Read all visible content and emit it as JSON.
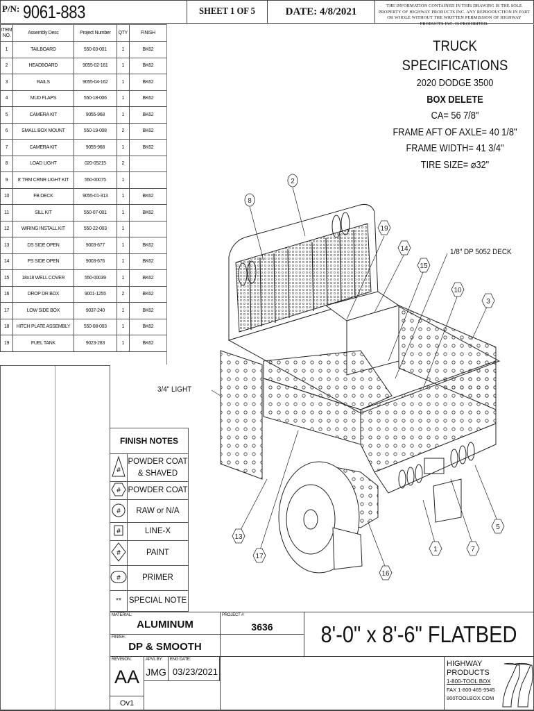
{
  "header": {
    "pn_label": "P/N:",
    "pn_value": "9061-883",
    "sheet": "SHEET 1 OF 5",
    "date": "DATE: 4/8/2021",
    "notice": "THE INFORMATION CONTAINED IN THIS DRAWING IS THE SOLE PROPERTY OF HIGHWAY PRODUCTS INC. ANY REPRODUCTION IN PART OR WHOLE WITHOUT THE WRITTEN PERMISSION OF HIGHWAY PRODUCTS INC. IS PROHIBITED."
  },
  "bom": {
    "headers": [
      "ITEM NO.",
      "Assembly Desc",
      "Project Number",
      "QTY",
      "FINISH"
    ],
    "rows": [
      [
        "1",
        "TAILBOARD",
        "550-03-001",
        "1",
        "BK62"
      ],
      [
        "2",
        "HEADBOARD",
        "9055-02-161",
        "1",
        "BK62"
      ],
      [
        "3",
        "RAILS",
        "9055-04-162",
        "1",
        "BK62"
      ],
      [
        "4",
        "MUD FLAPS",
        "550-18-006",
        "1",
        "BK62"
      ],
      [
        "5",
        "CAMERA KIT",
        "9055-968",
        "1",
        "BK62"
      ],
      [
        "6",
        "SMALL BOX MOUNT",
        "550-19-008",
        "2",
        "BK62"
      ],
      [
        "7",
        "CAMERA KIT",
        "9055-968",
        "1",
        "BK62"
      ],
      [
        "8",
        "LOAD LIGHT",
        "020-05215",
        "2",
        ""
      ],
      [
        "9",
        "8' TRM CRNR LIGHT KIT",
        "550-00075",
        "1",
        ""
      ],
      [
        "10",
        "FB DECK",
        "9055-01-313",
        "1",
        "BK62"
      ],
      [
        "11",
        "SILL KIT",
        "550-07-001",
        "1",
        "BK62"
      ],
      [
        "12",
        "WIRING INSTALL KIT",
        "550-22-003",
        "1",
        ""
      ],
      [
        "13",
        "DS SIDE OPEN",
        "9003-677",
        "1",
        "BK62"
      ],
      [
        "14",
        "PS SIDE OPEN",
        "9003-676",
        "1",
        "BK62"
      ],
      [
        "15",
        "18x18 WELL COVER",
        "550-00039",
        "1",
        "BK62"
      ],
      [
        "16",
        "DROP DR BOX",
        "9001-1255",
        "2",
        "BK62"
      ],
      [
        "17",
        "LOW SIDE BOX",
        "9037-240",
        "1",
        "BK62"
      ],
      [
        "18",
        "HITCH PLATE ASSEMBLY",
        "550-08-003",
        "1",
        "BK62"
      ],
      [
        "19",
        "FUEL TANK",
        "9023-283",
        "1",
        "BK62"
      ]
    ]
  },
  "specs": {
    "title": "TRUCK SPECIFICATIONS",
    "truck": "2020 DODGE 3500",
    "option": "BOX DELETE",
    "ca": "CA=  56 7/8\"",
    "frame_aft": "FRAME AFT OF AXLE= 40 1/8\"",
    "frame_width": "FRAME WIDTH= 41 3/4\"",
    "tire": "TIRE SIZE= ⌀32\""
  },
  "callouts": {
    "deck": "1/8\" DP 5052 DECK",
    "light": "3/4\" LIGHT",
    "balloons": [
      "1",
      "2",
      "3",
      "5",
      "7",
      "8",
      "10",
      "13",
      "14",
      "15",
      "16",
      "17",
      "19"
    ]
  },
  "finish_notes": {
    "title": "FINISH NOTES",
    "items": [
      {
        "symbol": "triangle",
        "text": "POWDER COAT & SHAVED"
      },
      {
        "symbol": "hexagon",
        "text": "POWDER COAT"
      },
      {
        "symbol": "circle",
        "text": "RAW or N/A"
      },
      {
        "symbol": "square",
        "text": "LINE-X"
      },
      {
        "symbol": "diamond",
        "text": "PAINT"
      },
      {
        "symbol": "oval",
        "text": "PRIMER"
      },
      {
        "symbol": "**",
        "text": "SPECIAL NOTE"
      }
    ],
    "hash": "#"
  },
  "title_block": {
    "material_label": "MATERIAL:",
    "material": "ALUMINUM",
    "project_label": "PROJECT #:",
    "project": "3636",
    "finish_label": "FINISH:",
    "finish": "DP & SMOOTH",
    "revision_label": "REVISION:",
    "revision": "AA",
    "revision_sub": "Ov1",
    "apvl_label": "APVL BY:",
    "apvl": "JMG",
    "eng_date_label": "ENG DATE:",
    "eng_date": "03/23/2021",
    "drawing_title": "8'-0\" x 8'-6\"  FLATBED",
    "company": {
      "line1": "HIGHWAY",
      "line2": "PRODUCTS",
      "phone": "1-800-TOOL BOX",
      "fax": "FAX 1-800-465-9545",
      "web": "800TOOLBOX.COM"
    }
  }
}
